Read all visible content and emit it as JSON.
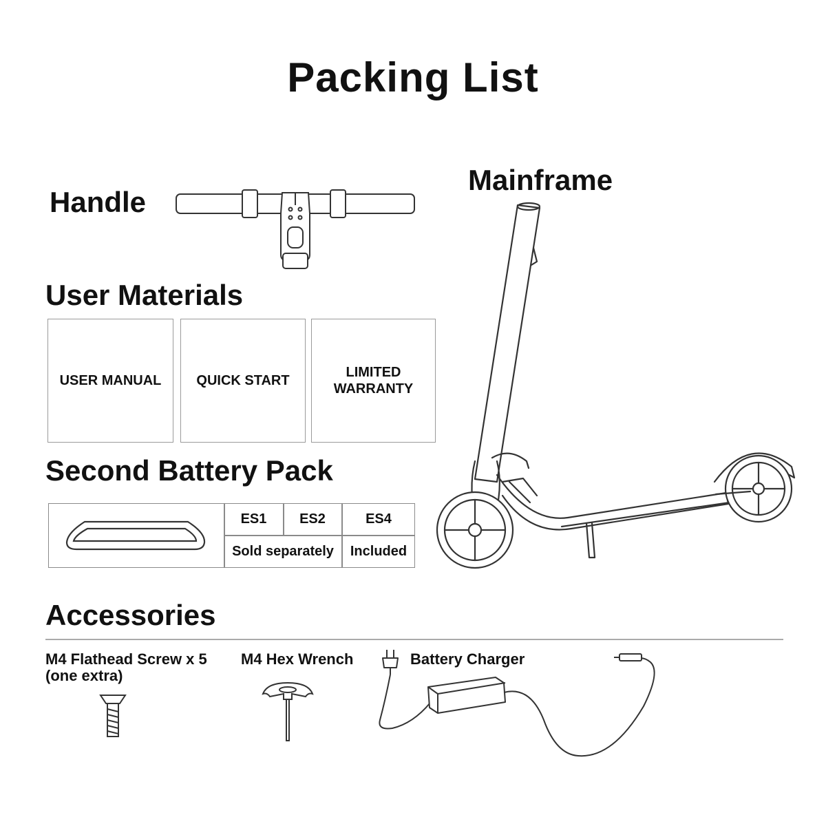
{
  "title": "Packing List",
  "sections": {
    "handle": "Handle",
    "mainframe": "Mainframe",
    "user_materials": "User Materials",
    "second_battery": "Second Battery Pack",
    "accessories": "Accessories"
  },
  "user_materials": [
    {
      "label": "USER MANUAL"
    },
    {
      "label": "QUICK START"
    },
    {
      "label": "LIMITED\nWARRANTY"
    }
  ],
  "battery_table": {
    "models": [
      "ES1",
      "ES2",
      "ES4"
    ],
    "sold_separately": "Sold separately",
    "included": "Included"
  },
  "accessories": {
    "screw_line1": "M4 Flathead Screw x 5",
    "screw_line2": "(one extra)",
    "wrench": "M4 Hex Wrench",
    "charger": "Battery Charger"
  },
  "colors": {
    "ink": "#111111",
    "line": "#333333",
    "border": "#9a9a9a"
  }
}
